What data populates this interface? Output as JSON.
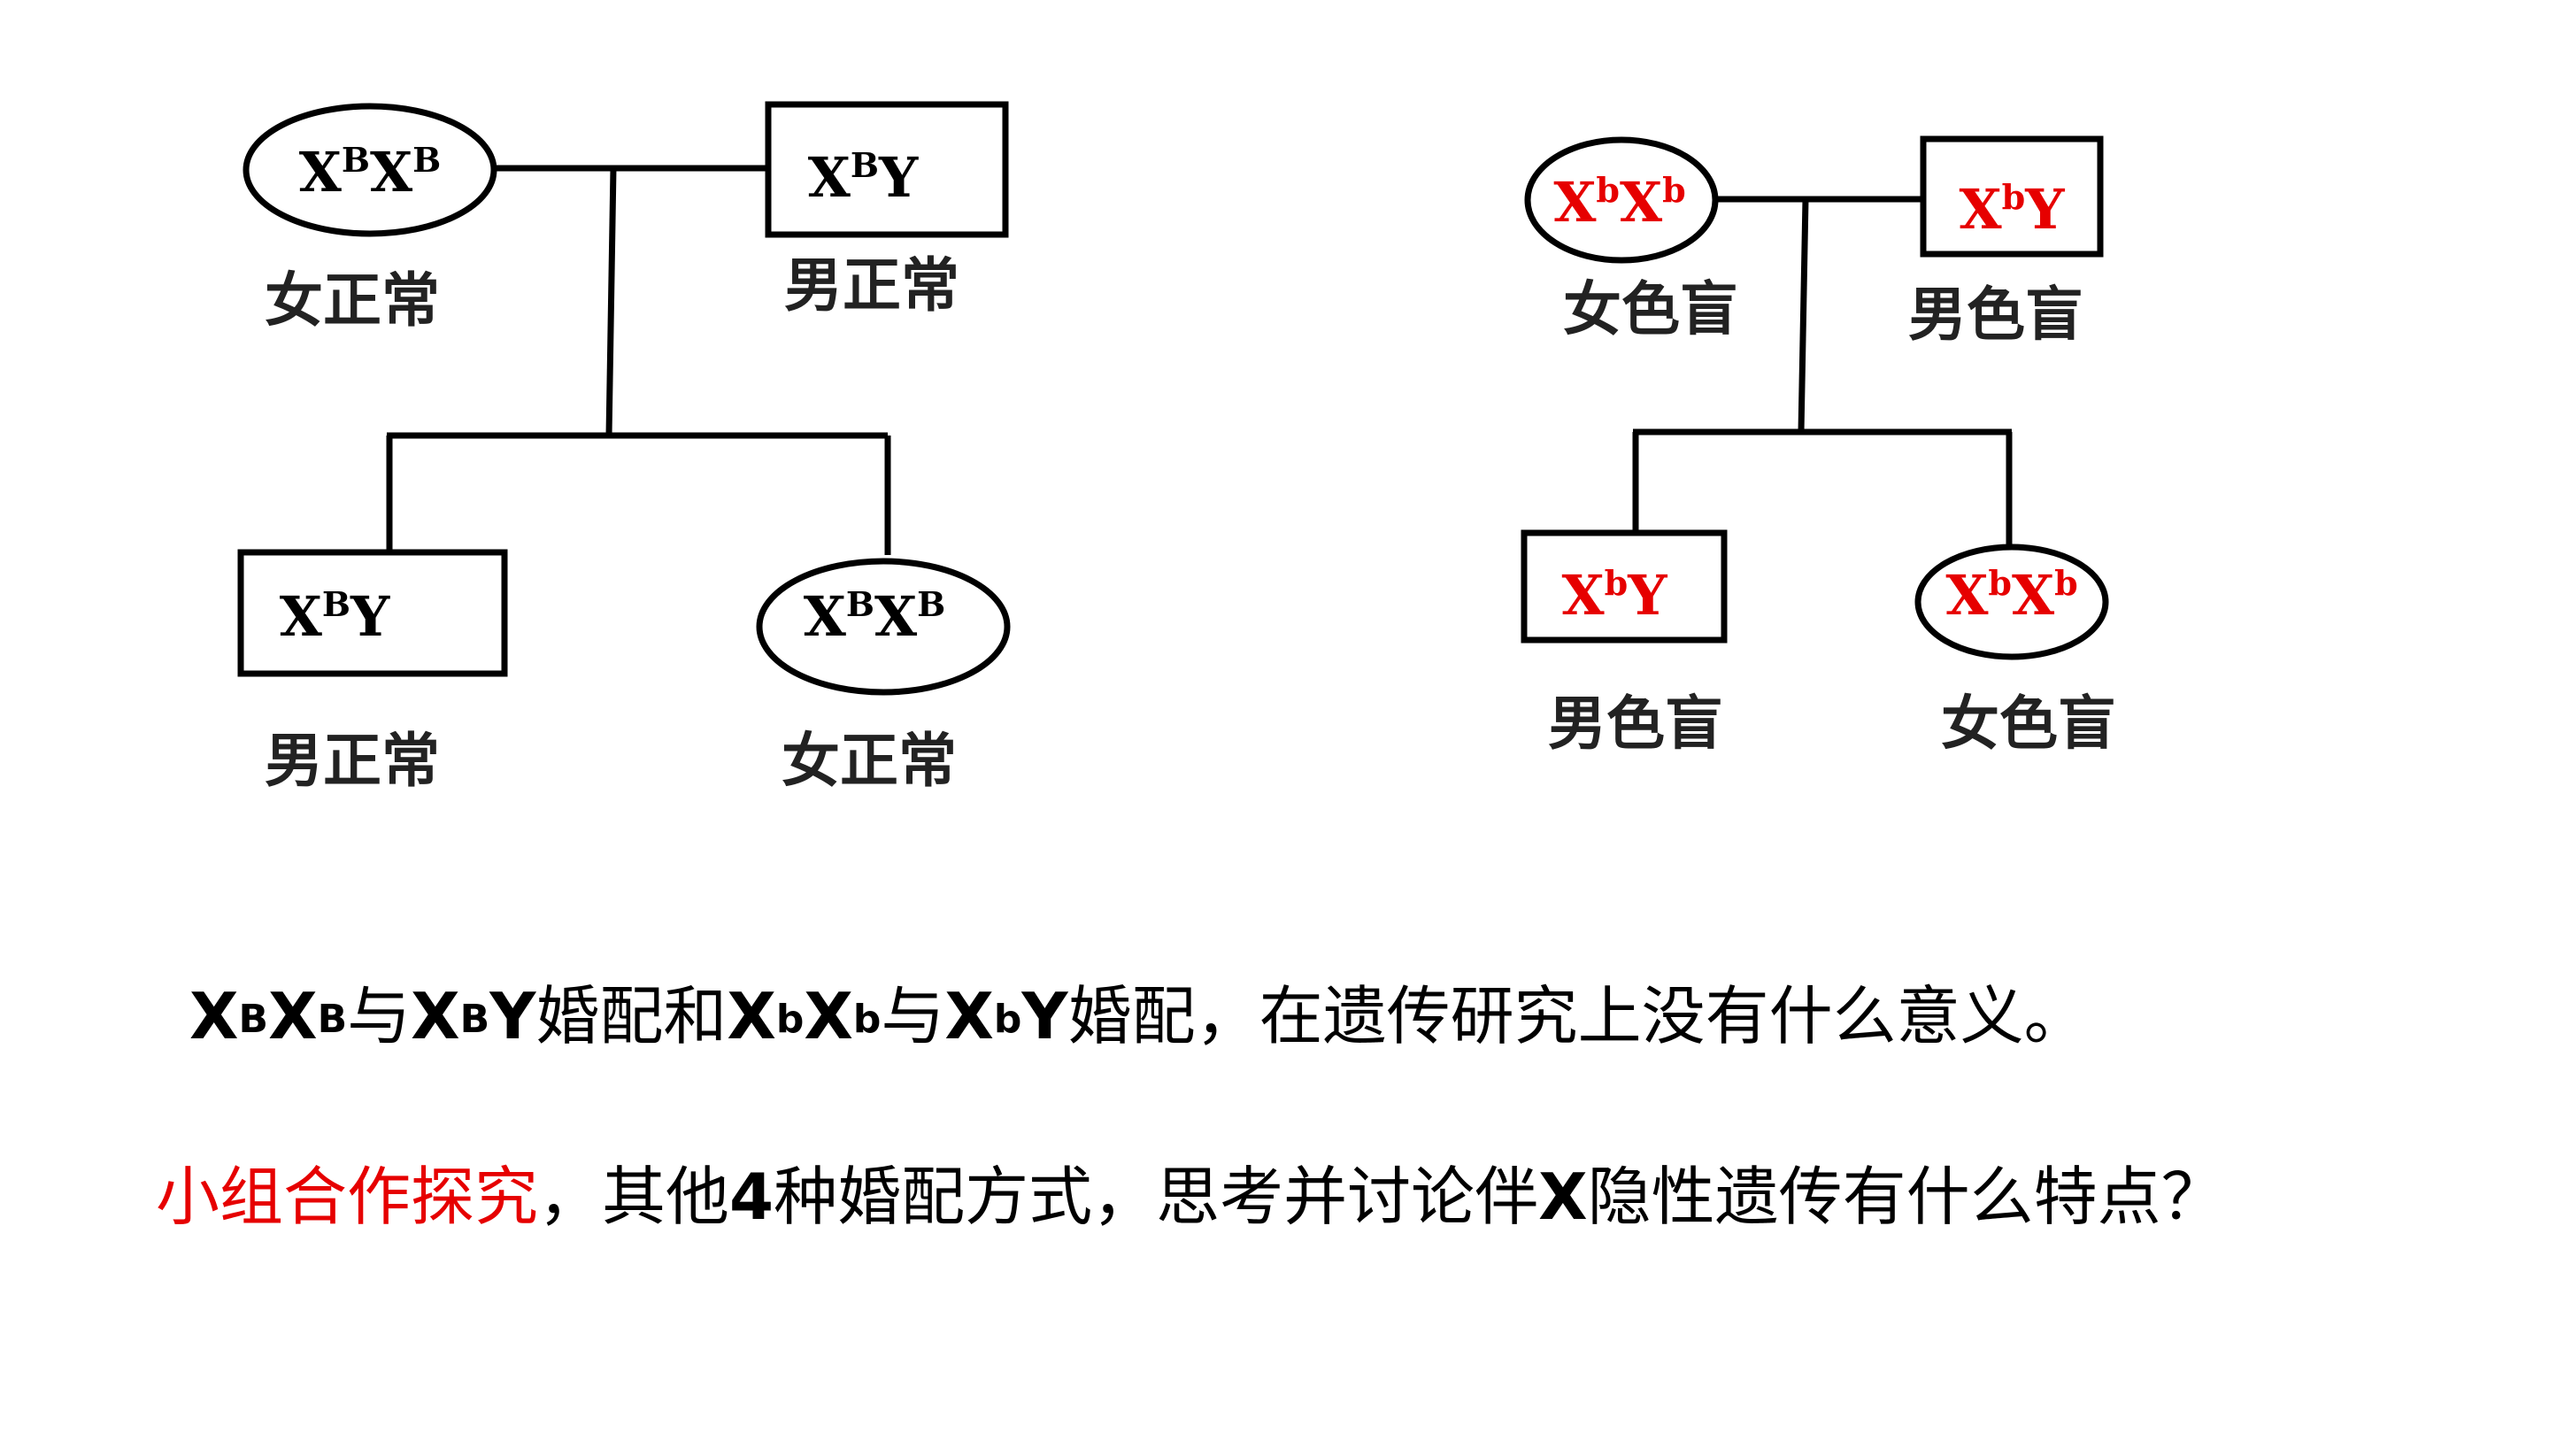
{
  "colors": {
    "normal": "#000000",
    "colorblind": "#e60000",
    "highlight": "#e60000"
  },
  "pedigree_normal": {
    "mother": {
      "base1": "X",
      "sup1": "B",
      "base2": "X",
      "sup2": "B",
      "label": "女正常"
    },
    "father": {
      "base1": "X",
      "sup1": "B",
      "base2": "Y",
      "label": "男正常"
    },
    "son": {
      "base1": "X",
      "sup1": "B",
      "base2": "Y",
      "label": "男正常"
    },
    "daughter": {
      "base1": "X",
      "sup1": "B",
      "base2": "X",
      "sup2": "B",
      "label": "女正常"
    }
  },
  "pedigree_colorblind": {
    "mother": {
      "base1": "X",
      "sup1": "b",
      "base2": "X",
      "sup2": "b",
      "label": "女色盲"
    },
    "father": {
      "base1": "X",
      "sup1": "b",
      "base2": "Y",
      "label": "男色盲"
    },
    "son": {
      "base1": "X",
      "sup1": "b",
      "base2": "Y",
      "label": "男色盲"
    },
    "daughter": {
      "base1": "X",
      "sup1": "b",
      "base2": "X",
      "sup2": "b",
      "label": "女色盲"
    }
  },
  "note1": {
    "g1a": "X",
    "g1a_sup": "B",
    "g1b": "X",
    "g1b_sup": "B",
    "conj1": "与",
    "g2a": "X",
    "g2a_sup": "B",
    "g2b": "Y",
    "text1": "婚配和",
    "g3a": "X",
    "g3a_sup": "b",
    "g3b": "X",
    "g3b_sup": "b",
    "conj2": "与",
    "g4a": "X",
    "g4a_sup": "b",
    "g4b": "Y",
    "text2": "婚配，在遗传研究上没有什么意义。"
  },
  "note2": {
    "highlight": "小组合作探究",
    "text1": "，其他",
    "num": "4",
    "text2": "种婚配方式，思考并讨论伴",
    "x": "X",
    "text3": "隐性遗传有什么特点？"
  }
}
